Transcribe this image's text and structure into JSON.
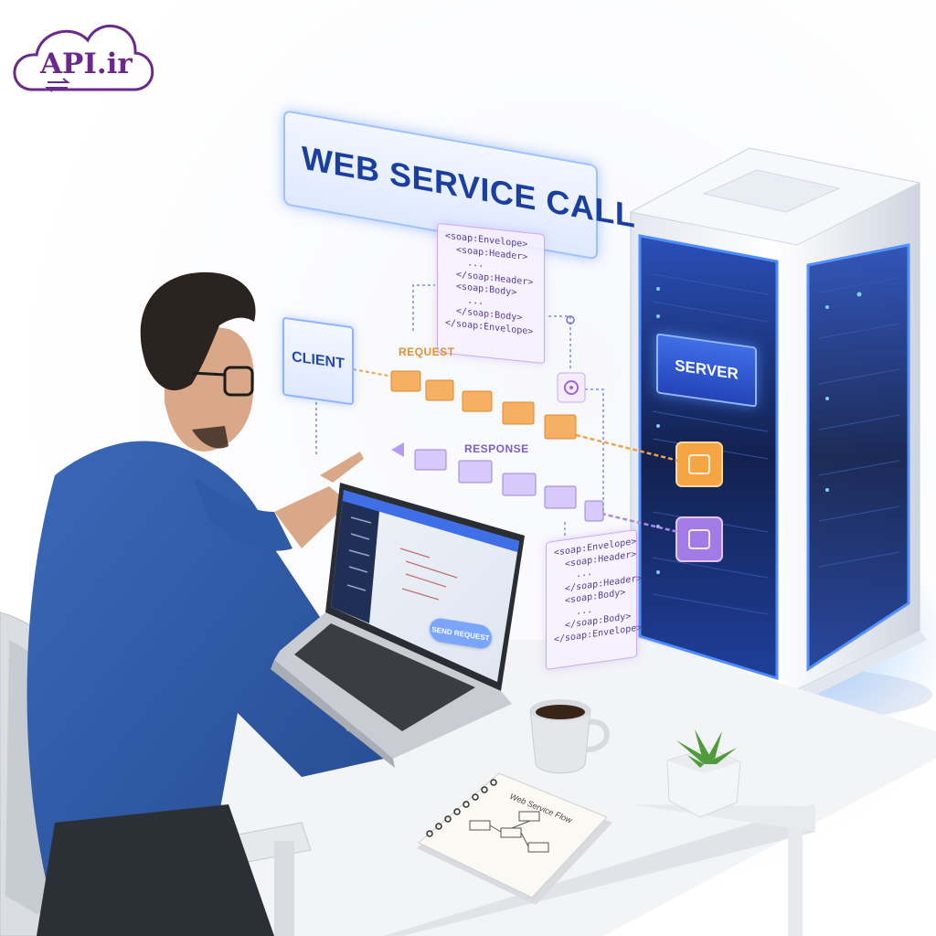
{
  "logo": {
    "text": "API.ir"
  },
  "title": "WEB SERVICE CALL",
  "client_label": "CLIENT",
  "server_label": "SERVER",
  "request_label": "REQUEST",
  "response_label": "RESPONSE",
  "code_request": [
    "<soap:Envelope>",
    "  <soap:Header>",
    "    ...",
    "  </soap:Header>",
    "  <soap:Body>",
    "    ...",
    "  </soap:Body>",
    "</soap:Envelope>"
  ],
  "code_response": [
    "<soap:Envelope>",
    "  <soap:Header>",
    "    ...",
    "  </soap:Header>",
    "  <soap:Body>",
    "    ...",
    "  </soap:Body>",
    "</soap:Envelope>"
  ],
  "laptop": {
    "button_label": "SEND REQUEST"
  },
  "notebook": {
    "title": "Web Service Flow"
  },
  "colors": {
    "accent_blue": "#3f6fe6",
    "request_orange": "#f0a24a",
    "response_purple": "#a98ae6",
    "logo_purple": "#6a2a8c"
  }
}
